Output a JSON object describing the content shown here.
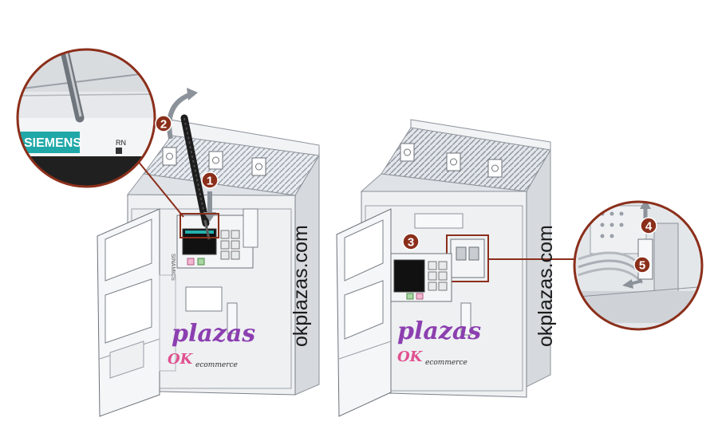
{
  "brand": {
    "siemens": "SIEMENS",
    "rn_label": "RN",
    "device_label": "SINAMICS"
  },
  "watermark": {
    "text": "okplazas.com"
  },
  "logo": {
    "plazas": "plazas",
    "ok": "OK",
    "tagline": "ecommerce"
  },
  "steps": [
    "1",
    "2",
    "3",
    "4",
    "5"
  ],
  "colors": {
    "callout": "#8b2f1b",
    "siemens": "#20a8a8",
    "logo_purple": "#8c3fb0",
    "logo_pink": "#e0508f"
  }
}
